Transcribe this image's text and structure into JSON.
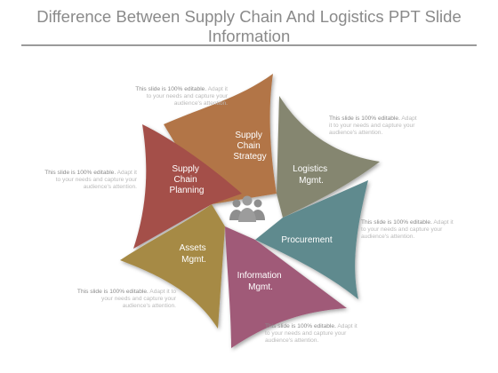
{
  "title": "Difference Between Supply Chain And Logistics PPT Slide Information",
  "segments": [
    {
      "lines": [
        "Supply",
        "Chain",
        "Strategy"
      ],
      "color": "#b27547"
    },
    {
      "lines": [
        "Logistics",
        "Mgmt."
      ],
      "color": "#85866f"
    },
    {
      "lines": [
        "Procurement"
      ],
      "color": "#5f8a8e"
    },
    {
      "lines": [
        "Information",
        "Mgmt."
      ],
      "color": "#a05a78"
    },
    {
      "lines": [
        "Assets",
        "Mgmt."
      ],
      "color": "#a68a45"
    },
    {
      "lines": [
        "Supply",
        "Chain",
        "Planning"
      ],
      "color": "#a44f49"
    }
  ],
  "captions": [
    {
      "lead": "This slide is 100% editable.",
      "rest": " Adapt it to your needs and capture your audience's attention."
    },
    {
      "lead": "This slide is 100% editable.",
      "rest": " Adapt it to your needs and capture your audience's attention."
    },
    {
      "lead": "This slide is 100% editable.",
      "rest": " Adapt it to your needs and capture your audience's attention."
    },
    {
      "lead": "This slide is 100% editable.",
      "rest": " Adapt it to your needs and capture your audience's attention."
    },
    {
      "lead": "This slide is 100% editable.",
      "rest": " Adapt it to your needs and capture your audience's attention."
    },
    {
      "lead": "This slide is 100% editable.",
      "rest": " Adapt it to your needs and capture your audience's attention."
    }
  ],
  "center_icon": "people-group-icon"
}
